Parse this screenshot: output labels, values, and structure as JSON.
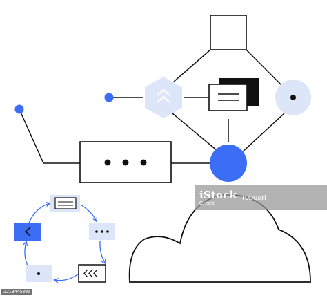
{
  "colors": {
    "ink": "#111111",
    "accent_blue": "#3b6ef5",
    "light_blue": "#dde6f8",
    "background": "#ffffff"
  },
  "icons": {
    "hexagon": "double-chevron-up-icon",
    "cycle_left": "chevron-left-icon",
    "cycle_rewind": "triple-chevron-left-icon",
    "cloud": "cloud-icon"
  },
  "watermark": {
    "brand_main": "iStock",
    "brand_sub": "Credit:",
    "credit": "robuart"
  },
  "image_id": "2213445396"
}
